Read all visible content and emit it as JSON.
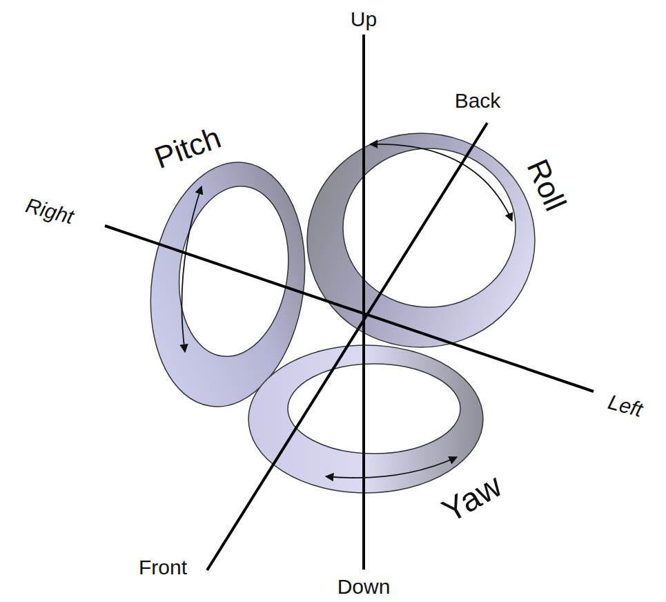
{
  "diagram": {
    "labels": [
      "Up",
      "Back",
      "Pitch",
      "Roll",
      "Right",
      "Left",
      "Yaw",
      "Front",
      "Down"
    ]
  }
}
